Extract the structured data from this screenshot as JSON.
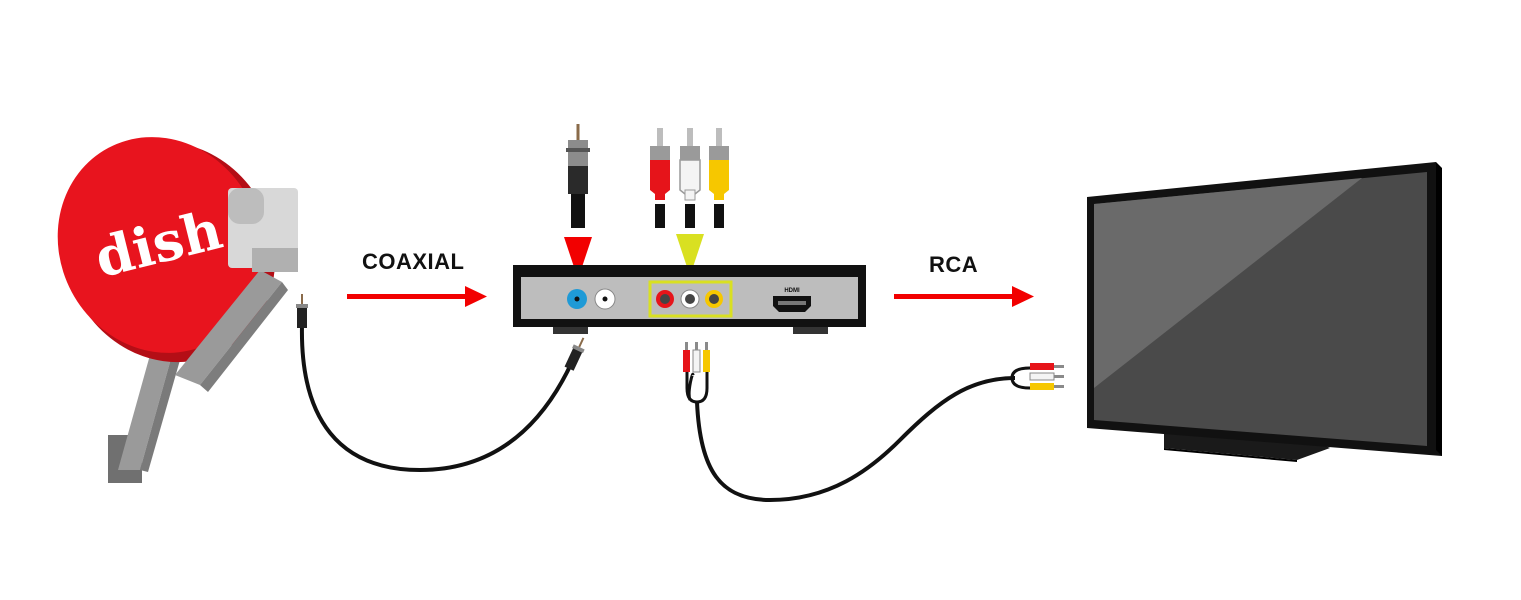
{
  "brand_logo": "dish",
  "labels": {
    "coaxial": "COAXIAL",
    "rca": "RCA",
    "hdmi_port": "HDMI"
  },
  "colors": {
    "dish_red": "#e8141e",
    "arrow_red": "#f20000",
    "coax_blue": "#1f9ad6",
    "rca_red": "#e6141a",
    "rca_white": "#f4f4f4",
    "rca_yellow": "#f6c700",
    "highlight_yellow": "#d9e021",
    "receiver_body": "#bdbdbd",
    "tv_screen": "#4a4a4a"
  },
  "icons": [
    "satellite-dish",
    "coaxial-plug",
    "rca-plugs",
    "receiver-box",
    "hdmi-port",
    "flat-screen-tv"
  ]
}
